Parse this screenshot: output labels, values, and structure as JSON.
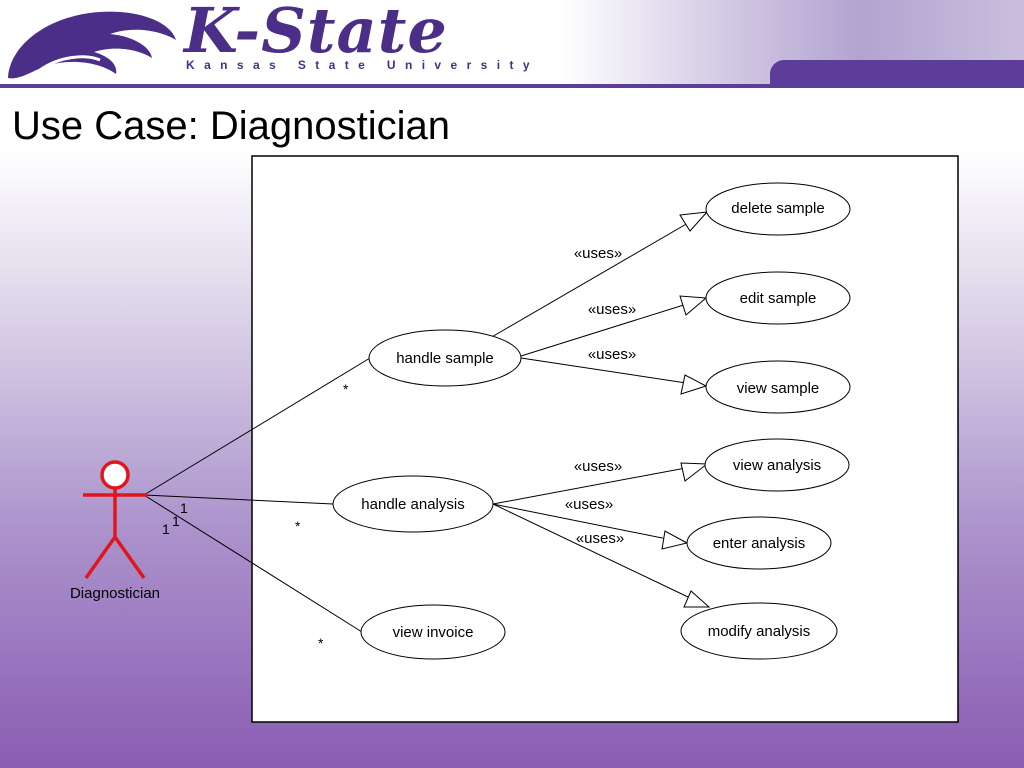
{
  "banner": {
    "logo_text": "K-State",
    "logo_subtitle": "Kansas State University"
  },
  "slide": {
    "title": "Use Case: Diagnostician"
  },
  "diagram": {
    "actor": {
      "label": "Diagnostician",
      "color": "#e0161b"
    },
    "use_cases": {
      "handle_sample": "handle sample",
      "handle_analysis": "handle analysis",
      "view_invoice": "view invoice",
      "delete_sample": "delete sample",
      "edit_sample": "edit sample",
      "view_sample": "view sample",
      "view_analysis": "view analysis",
      "enter_analysis": "enter analysis",
      "modify_analysis": "modify analysis"
    },
    "relations": {
      "uses": "«uses»"
    },
    "multiplicities": {
      "one": "1",
      "many": "*"
    }
  }
}
